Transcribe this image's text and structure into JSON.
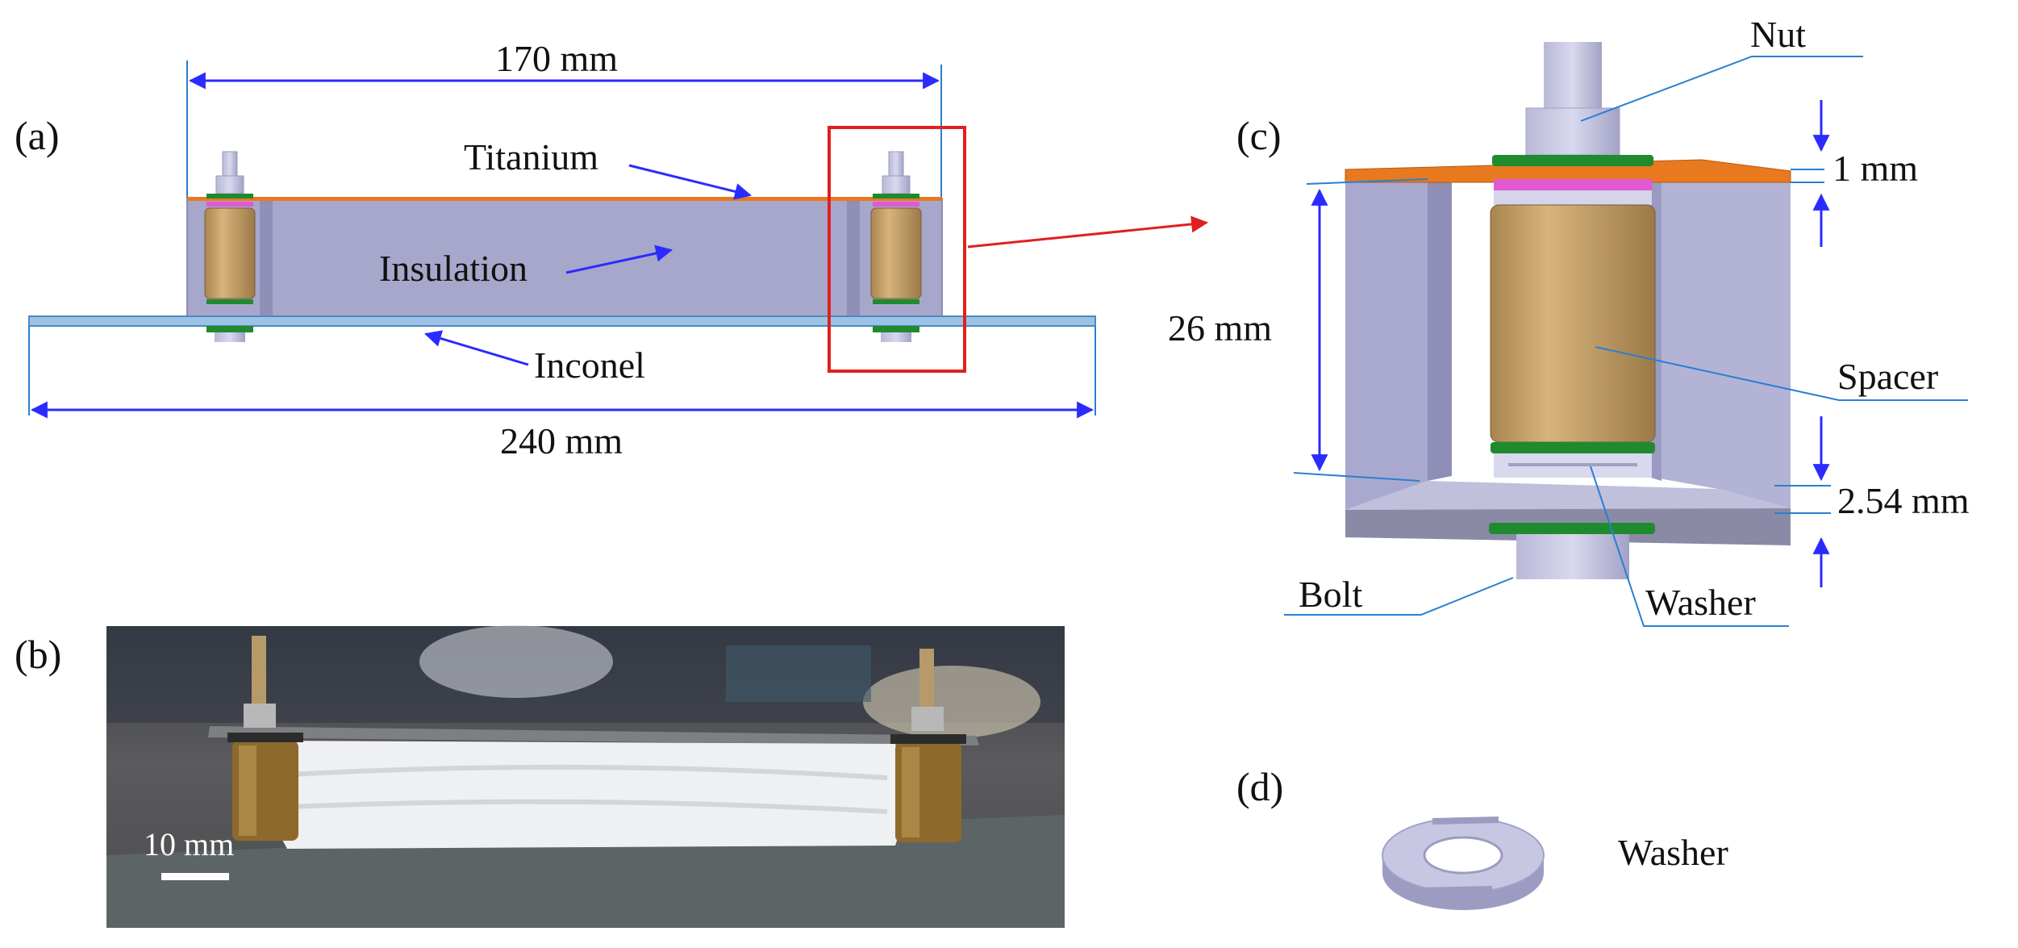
{
  "panels": {
    "a": "(a)",
    "b": "(b)",
    "c": "(c)",
    "d": "(d)"
  },
  "panel_a": {
    "dim_top": "170 mm",
    "dim_bottom": "240 mm",
    "titanium": "Titanium",
    "insulation": "Insulation",
    "inconel": "Inconel"
  },
  "panel_b": {
    "scale_bar": "10 mm"
  },
  "panel_c": {
    "nut": "Nut",
    "dim_titanium": "1 mm",
    "dim_height": "26 mm",
    "spacer": "Spacer",
    "dim_inconel": "2.54 mm",
    "bolt": "Bolt",
    "washer": "Washer"
  },
  "panel_d": {
    "washer": "Washer"
  },
  "colors": {
    "dimension_arrow": "#2b2bff",
    "leader_line": "#2a7fd0",
    "callout": "#e02020",
    "titanium": "#e8791f",
    "insulation": "#a7a7cc",
    "inconel": "#9cc3e6",
    "spacer": "#c9a46b",
    "washer_green": "#1f8a2e",
    "pink": "#e05ad0"
  }
}
